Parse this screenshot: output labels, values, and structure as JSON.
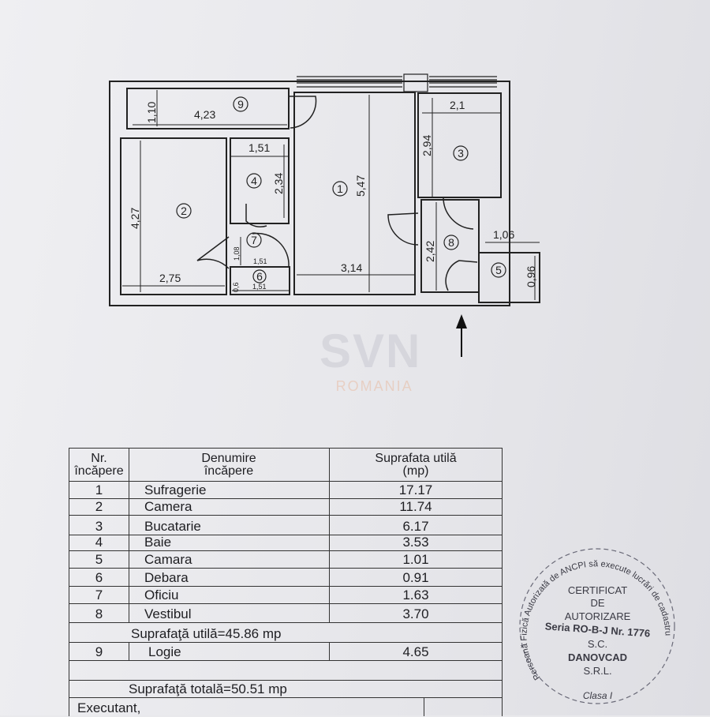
{
  "plan": {
    "rooms": [
      {
        "nr": "1",
        "dims": [
          "5,47",
          "3,14"
        ]
      },
      {
        "nr": "2",
        "dims": [
          "4,27",
          "2,75"
        ]
      },
      {
        "nr": "3",
        "dims": [
          "2,1",
          "2,94"
        ]
      },
      {
        "nr": "4",
        "dims": [
          "1,51",
          "2,34"
        ]
      },
      {
        "nr": "5",
        "dims": [
          "1,06",
          "0,96"
        ]
      },
      {
        "nr": "6",
        "dims": [
          "0,6",
          "1,51"
        ]
      },
      {
        "nr": "7",
        "dims": [
          "1,08",
          "1,51"
        ]
      },
      {
        "nr": "8",
        "dims": [
          "2,42"
        ]
      },
      {
        "nr": "9",
        "dims": [
          "1,10",
          "4,23"
        ]
      }
    ]
  },
  "watermark": {
    "brand": "SVN",
    "sub": "ROMANIA"
  },
  "table": {
    "headers": [
      "Nr. încăpere",
      "Denumire încăpere",
      "Suprafata utilă (mp)"
    ],
    "header_lines": [
      [
        "Nr.",
        "încăpere"
      ],
      [
        "Denumire",
        "încăpere"
      ],
      [
        "Suprafata utilă",
        "(mp)"
      ]
    ],
    "rows": [
      {
        "nr": "1",
        "name": "Sufragerie",
        "area": "17.17"
      },
      {
        "nr": "2",
        "name": "Camera",
        "area": "11.74"
      },
      {
        "nr": "3",
        "name": "Bucatarie",
        "area": "6.17"
      },
      {
        "nr": "4",
        "name": "Baie",
        "area": "3.53"
      },
      {
        "nr": "5",
        "name": "Camara",
        "area": "1.01"
      },
      {
        "nr": "6",
        "name": "Debara",
        "area": "0.91"
      },
      {
        "nr": "7",
        "name": "Oficiu",
        "area": "1.63"
      },
      {
        "nr": "8",
        "name": "Vestibul",
        "area": "3.70"
      }
    ],
    "subtotal": "Suprafaţă utilă=45.86 mp",
    "logie": {
      "nr": "9",
      "name": "Logie",
      "area": "4.65"
    },
    "total": "Suprafaţă totală=50.51 mp",
    "executant": "Executant,"
  },
  "stamp": {
    "ring": "Persoană Fizică Autorizată de ANCPI să execute lucrări de cadastru",
    "lines": [
      "CERTIFICAT",
      "DE",
      "AUTORIZARE",
      "Seria RO-B-J Nr. 1776",
      "S.C.",
      "DANOVCAD",
      "S.R.L."
    ],
    "bottom": "Clasa I"
  }
}
